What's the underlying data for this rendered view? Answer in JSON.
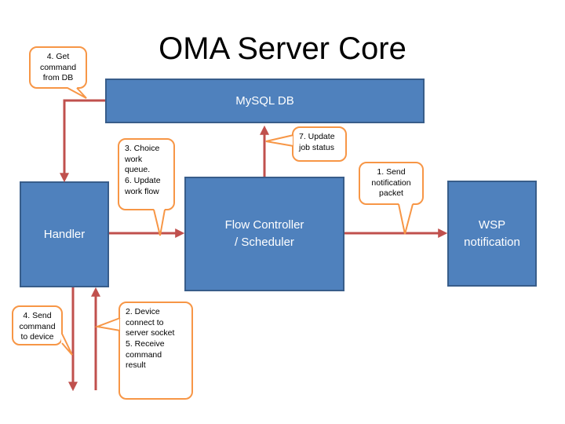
{
  "title": "OMA Server Core",
  "boxes": {
    "mysql": "MySQL DB",
    "handler": "Handler",
    "flow_controller": "Flow Controller\n/ Scheduler",
    "wsp": "WSP\nnotification"
  },
  "callouts": {
    "get_command": "4. Get\ncommand\nfrom DB",
    "choice_queue": "3. Choice\nwork\nqueue.\n6. Update\nwork flow",
    "update_job": "7. Update\njob status",
    "send_notification": "1. Send\nnotification\npacket",
    "send_command": "4. Send\ncommand\nto device",
    "device_connect": "2. Device\nconnect to\nserver socket\n5. Receive\ncommand\nresult"
  },
  "colors": {
    "box_fill": "#4f81bd",
    "box_border": "#385d8a",
    "arrow": "#c0504d",
    "callout_border": "#f79646"
  }
}
